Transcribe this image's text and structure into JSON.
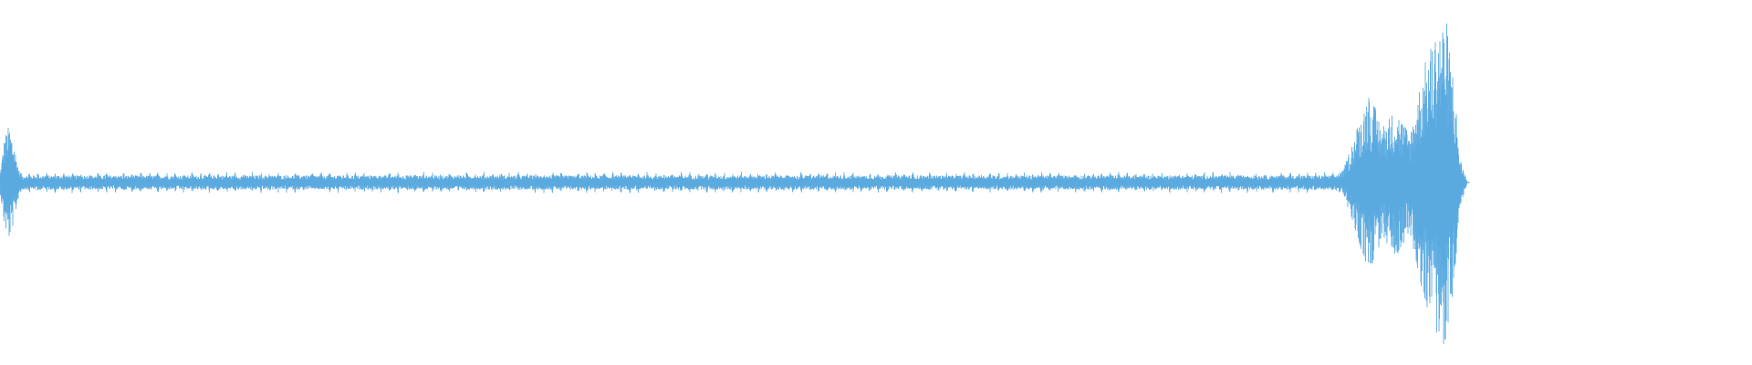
{
  "waveform": {
    "label": "audio-waveform",
    "color": "#5aaae0",
    "background": "#ffffff",
    "total_seconds": 1920,
    "amplitude_envelope": [
      {
        "t": 0,
        "a": 0.05
      },
      {
        "t": 5,
        "a": 0.28
      },
      {
        "t": 10,
        "a": 0.35
      },
      {
        "t": 15,
        "a": 0.25
      },
      {
        "t": 22,
        "a": 0.04
      },
      {
        "t": 1462,
        "a": 0.04
      },
      {
        "t": 1472,
        "a": 0.07
      },
      {
        "t": 1488,
        "a": 0.35
      },
      {
        "t": 1500,
        "a": 0.55
      },
      {
        "t": 1515,
        "a": 0.35
      },
      {
        "t": 1530,
        "a": 0.45
      },
      {
        "t": 1545,
        "a": 0.3
      },
      {
        "t": 1560,
        "a": 0.7
      },
      {
        "t": 1575,
        "a": 0.95
      },
      {
        "t": 1585,
        "a": 1.0
      },
      {
        "t": 1593,
        "a": 0.65
      },
      {
        "t": 1600,
        "a": 0.15
      },
      {
        "t": 1608,
        "a": 0.0
      },
      {
        "t": 1920,
        "a": 0.0
      }
    ],
    "periodic_blips": {
      "start": 18,
      "end": 1465,
      "interval": 9.4,
      "amplitude": 0.05
    }
  }
}
